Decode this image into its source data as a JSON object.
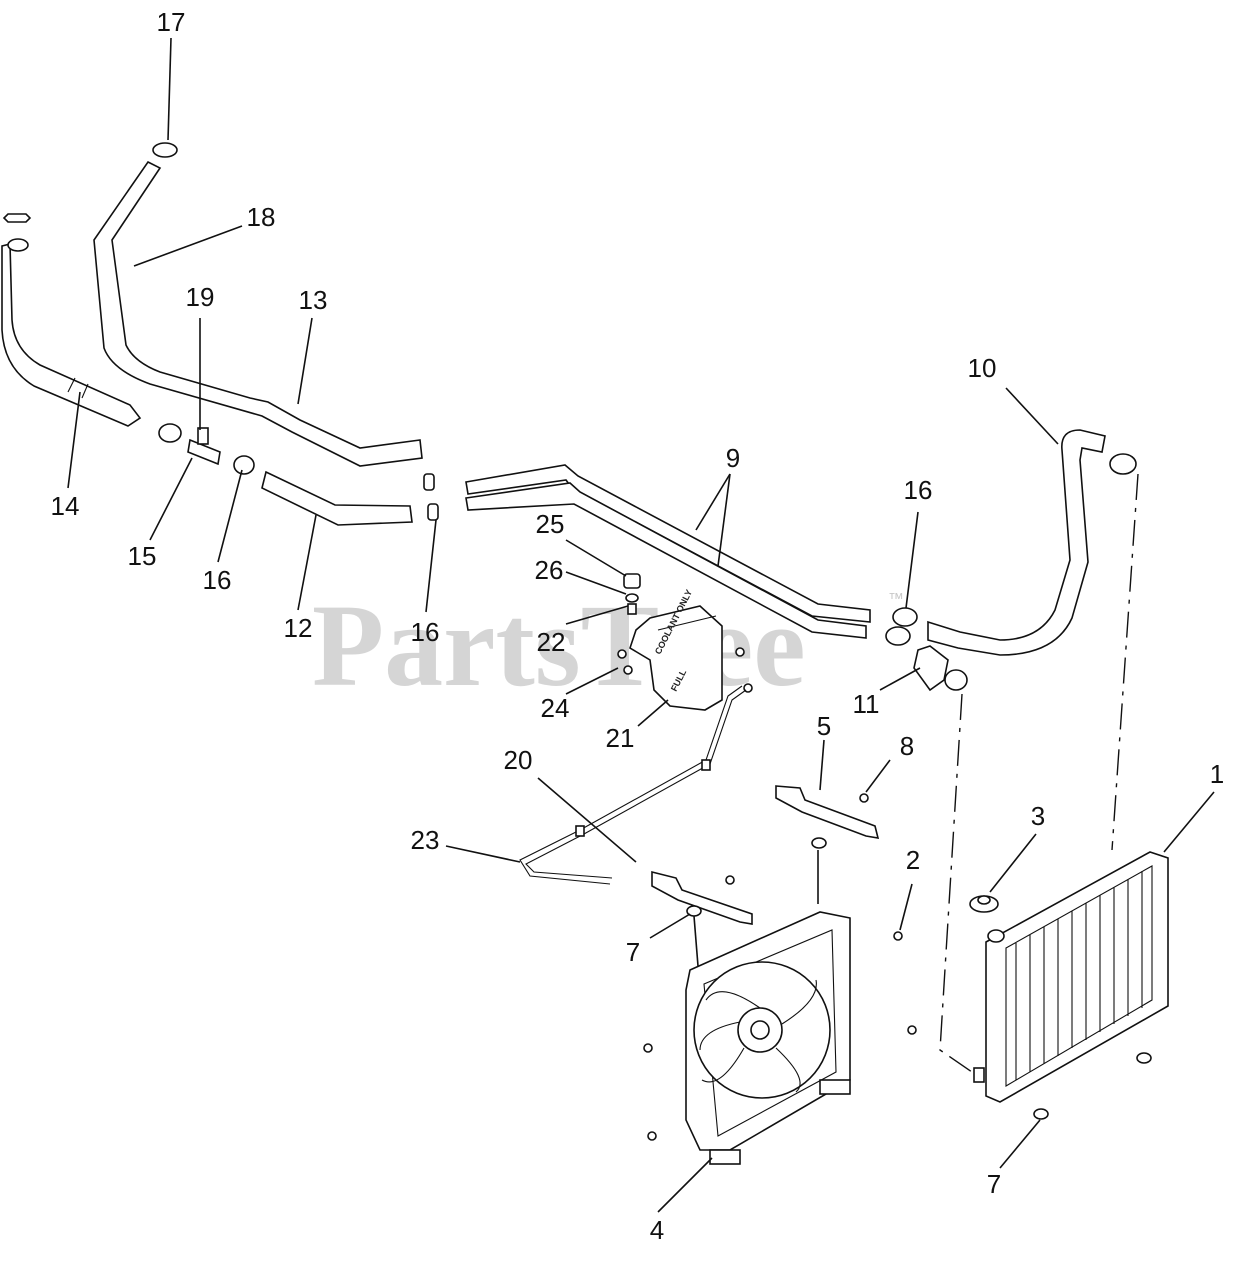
{
  "watermark": {
    "text": "PartsTree",
    "tm": "™"
  },
  "tank_labels": {
    "top": "COOLANT ONLY",
    "side": "FULL"
  },
  "callouts": [
    {
      "id": "c17",
      "text": "17"
    },
    {
      "id": "c18",
      "text": "18"
    },
    {
      "id": "c19",
      "text": "19"
    },
    {
      "id": "c13",
      "text": "13"
    },
    {
      "id": "c14",
      "text": "14"
    },
    {
      "id": "c15",
      "text": "15"
    },
    {
      "id": "c16a",
      "text": "16"
    },
    {
      "id": "c12",
      "text": "12"
    },
    {
      "id": "c16b",
      "text": "16"
    },
    {
      "id": "c9",
      "text": "9"
    },
    {
      "id": "c25",
      "text": "25"
    },
    {
      "id": "c26",
      "text": "26"
    },
    {
      "id": "c22",
      "text": "22"
    },
    {
      "id": "c24",
      "text": "24"
    },
    {
      "id": "c21",
      "text": "21"
    },
    {
      "id": "c10",
      "text": "10"
    },
    {
      "id": "c16c",
      "text": "16"
    },
    {
      "id": "c11",
      "text": "11"
    },
    {
      "id": "c5",
      "text": "5"
    },
    {
      "id": "c8",
      "text": "8"
    },
    {
      "id": "c20",
      "text": "20"
    },
    {
      "id": "c23",
      "text": "23"
    },
    {
      "id": "c3",
      "text": "3"
    },
    {
      "id": "c1",
      "text": "1"
    },
    {
      "id": "c2",
      "text": "2"
    },
    {
      "id": "c7a",
      "text": "7"
    },
    {
      "id": "c7b",
      "text": "7"
    },
    {
      "id": "c4",
      "text": "4"
    }
  ]
}
